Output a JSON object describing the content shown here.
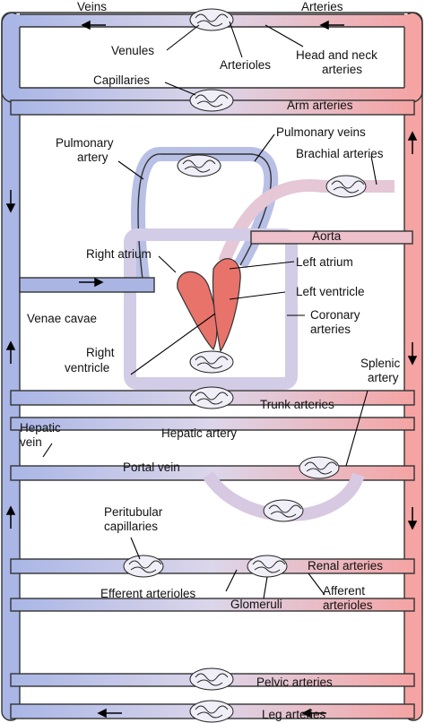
{
  "labels": {
    "veins": "Veins",
    "arteries": "Arteries",
    "venules": "Venules",
    "arterioles": "Arterioles",
    "head_neck_1": "Head and neck",
    "head_neck_2": "arteries",
    "capillaries": "Capillaries",
    "arm_arteries": "Arm arteries",
    "pulmonary_artery_1": "Pulmonary",
    "pulmonary_artery_2": "artery",
    "pulmonary_veins": "Pulmonary veins",
    "brachial_arteries": "Brachial arteries",
    "aorta": "Aorta",
    "right_atrium": "Right atrium",
    "left_atrium": "Left atrium",
    "left_ventricle": "Left ventricle",
    "venae_cavae": "Venae cavae",
    "coronary_1": "Coronary",
    "coronary_2": "arteries",
    "right_ventricle_1": "Right",
    "right_ventricle_2": "ventricle",
    "splenic_1": "Splenic",
    "splenic_2": "artery",
    "trunk_arteries": "Trunk arteries",
    "hepatic_vein_1": "Hepatic",
    "hepatic_vein_2": "vein",
    "hepatic_artery": "Hepatic artery",
    "portal_vein": "Portal vein",
    "peritubular_1": "Peritubular",
    "peritubular_2": "capillaries",
    "renal_arteries": "Renal arteries",
    "efferent_arterioles": "Efferent arterioles",
    "glomeruli": "Glomeruli",
    "afferent_1": "Afferent",
    "afferent_2": "arterioles",
    "pelvic_arteries": "Pelvic arteries",
    "leg_arteries": "Leg arteries"
  },
  "colors": {
    "venous": "#a9b6e6",
    "arterial": "#f5a3a3",
    "vessel_outline": "#333333",
    "heart": "#e8736b"
  }
}
